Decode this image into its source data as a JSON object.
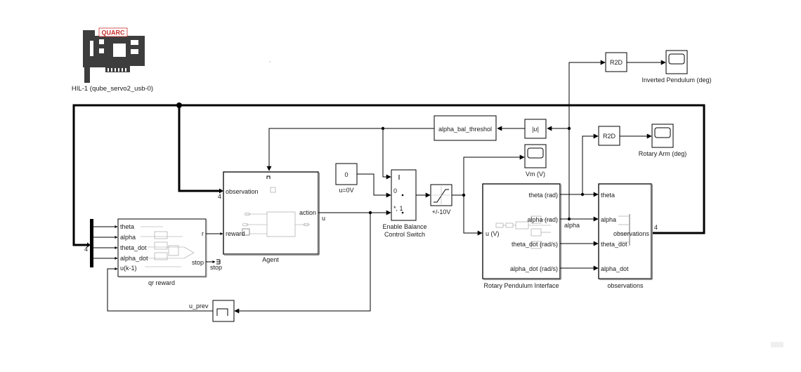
{
  "diagram": {
    "hil": {
      "brand": "QUARC",
      "name": "HIL-1 (qube_servo2_usb-0)"
    },
    "scopes": {
      "inverted_pendulum": "Inverted Pendulum (deg)",
      "rotary_arm": "Rotary Arm (deg)",
      "vm": "Vm (V)"
    },
    "r2d": "R2D",
    "abs_block": "|u|",
    "threshold": "alpha_bal_threshol",
    "constant": {
      "value": "0",
      "label": "u=0V"
    },
    "switch": {
      "in0": "0",
      "in1": "*, 1",
      "label_line1": "Enable Balance",
      "label_line2": "Control Switch"
    },
    "saturation_label": "+/-10V",
    "agent": {
      "label": "Agent",
      "observation": "observation",
      "reward": "reward",
      "action": "action"
    },
    "qr_reward": {
      "label": "qr reward",
      "inputs": [
        "theta",
        "alpha",
        "theta_dot",
        "alpha_dot",
        "u(k-1)"
      ],
      "r": "r",
      "stop": "stop"
    },
    "stop_terminator": "stop",
    "unit_delay_label": "u_prev",
    "rpi": {
      "label": "Rotary Pendulum Interface",
      "input": "u (V)",
      "outputs": [
        "theta (rad)",
        "alpha (rad)",
        "theta_dot (rad/s)",
        "alpha_dot (rad/s)"
      ]
    },
    "obs": {
      "label": "observations",
      "inputs": [
        "theta",
        "alpha",
        "theta_dot",
        "alpha_dot"
      ],
      "output": "observations"
    },
    "wire_labels": {
      "u": "u",
      "alpha": "alpha"
    },
    "bus_widths": {
      "mux": "4",
      "obs_out": "4",
      "agent_in": "4"
    }
  }
}
